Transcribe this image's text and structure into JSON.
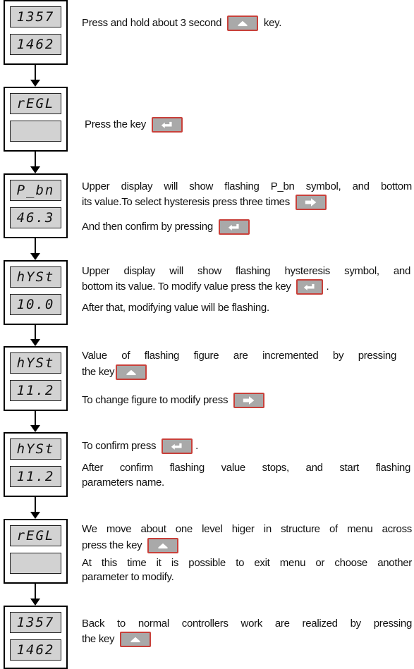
{
  "steps": [
    {
      "top_display": "1357",
      "bottom_display": "1462",
      "lines": [
        {
          "before": "Press and hold about 3 second",
          "key": "up",
          "after": "key."
        }
      ]
    },
    {
      "top_display": "rEGL",
      "bottom_display": "",
      "lines": [
        {
          "before": "Press the key",
          "key": "enter",
          "after": ""
        }
      ]
    },
    {
      "top_display": "P_bn",
      "bottom_display": "46.3",
      "lines": [
        {
          "before": "Upper display will show flashing P_bn symbol, and bottom",
          "key": "",
          "after": ""
        },
        {
          "before": "its value.To select hysteresis press three times",
          "key": "right",
          "after": ""
        },
        {
          "before": "And then confirm by pressing",
          "key": "enter",
          "after": ""
        }
      ]
    },
    {
      "top_display": "hYSt",
      "bottom_display": "10.0",
      "lines": [
        {
          "before": "Upper display will show flashing hysteresis symbol, and",
          "key": "",
          "after": ""
        },
        {
          "before": "bottom its value. To modify value press the key",
          "key": "enter",
          "after": "."
        },
        {
          "before": "After that, modifying value will be flashing.",
          "key": "",
          "after": ""
        }
      ]
    },
    {
      "top_display": "hYSt",
      "bottom_display": "11.2",
      "lines": [
        {
          "before": "Value of flashing figure are incremented by pressing",
          "key": "",
          "after": ""
        },
        {
          "before": "the key",
          "key": "up",
          "after": ""
        },
        {
          "before": "To change figure to modify press",
          "key": "right",
          "after": ""
        }
      ]
    },
    {
      "top_display": "hYSt",
      "bottom_display": "11.2",
      "lines": [
        {
          "before": "To confirm press",
          "key": "enter",
          "after": "."
        },
        {
          "before": "After confirm flashing value stops, and start flashing",
          "key": "",
          "after": ""
        },
        {
          "before": "parameters name.",
          "key": "",
          "after": ""
        }
      ]
    },
    {
      "top_display": "rEGL",
      "bottom_display": "",
      "lines": [
        {
          "before": "We move about one level higer in structure of menu across",
          "key": "",
          "after": ""
        },
        {
          "before": "press the key",
          "key": "up",
          "after": ""
        },
        {
          "before": "At this time it is possible to exit menu or choose another",
          "key": "",
          "after": ""
        },
        {
          "before": "parameter to modify.",
          "key": "",
          "after": ""
        }
      ]
    },
    {
      "top_display": "1357",
      "bottom_display": "1462",
      "lines": [
        {
          "before": "Back to normal controllers work are realized by pressing",
          "key": "",
          "after": ""
        },
        {
          "before": "the key",
          "key": "up",
          "after": ""
        }
      ]
    }
  ],
  "key_icons": {
    "up": "up-arrow-key-icon",
    "enter": "enter-key-icon",
    "right": "right-arrow-key-icon"
  },
  "colors": {
    "key_border": "#c8403a",
    "key_fill": "#a9a9a9",
    "display_fill": "#d2d2d2"
  }
}
